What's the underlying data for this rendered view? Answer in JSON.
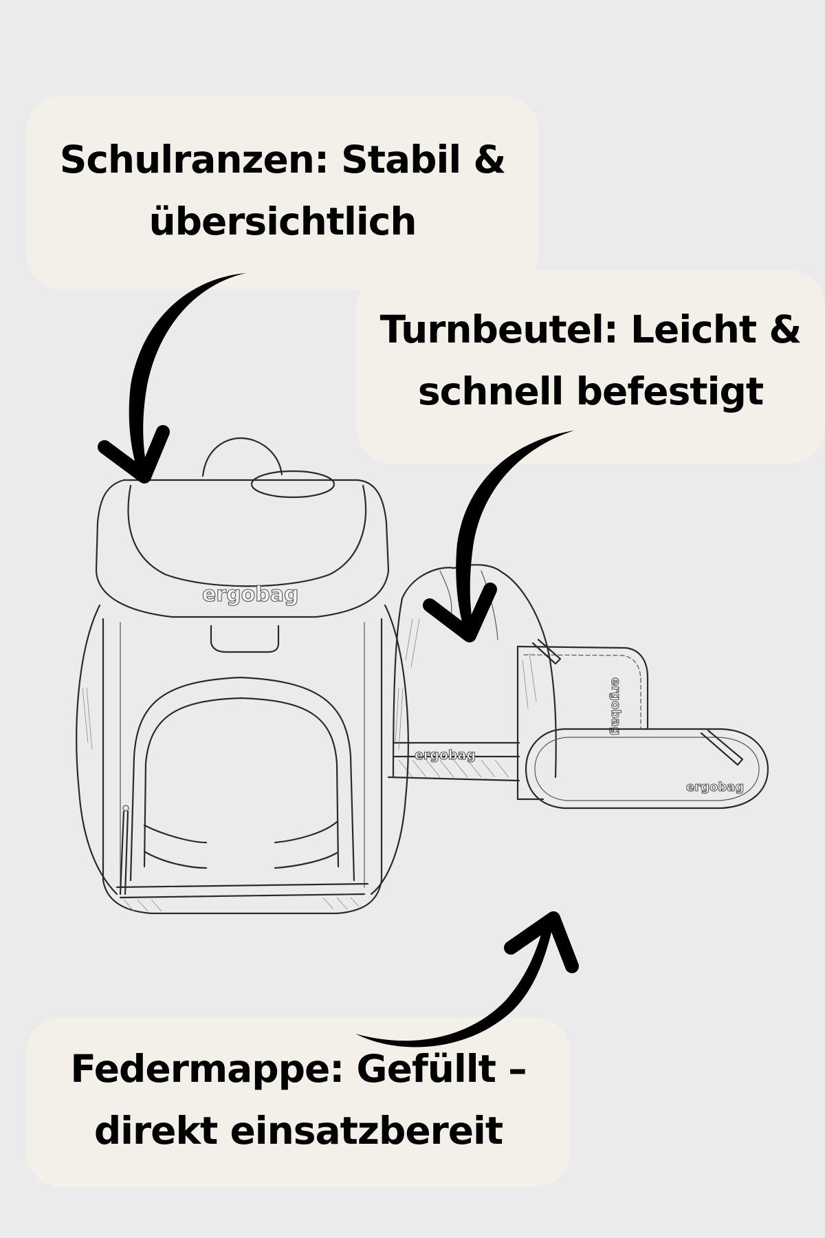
{
  "page": {
    "background_color": "#ebebeb",
    "callout_color": "#f3f0ea",
    "text_color": "#000000"
  },
  "callouts": {
    "schulranzen": {
      "line1": "Schulranzen: Stabil &",
      "line2": "übersichtlich",
      "points_to": "school-backpack"
    },
    "turnbeutel": {
      "line1": "Turnbeutel: Leicht &",
      "line2": "schnell befestigt",
      "points_to": "gym-bag"
    },
    "federmappe": {
      "line1": "Federmappe: Gefüllt –",
      "line2": "direkt einsatzbereit",
      "points_to": "pencil-case"
    }
  },
  "illustration": {
    "style": "pencil sketch",
    "items": [
      {
        "id": "school-backpack",
        "brand_label": "ergobag"
      },
      {
        "id": "gym-bag",
        "brand_label": "ergobag"
      },
      {
        "id": "pencil-case-flat",
        "brand_label": "ergobag"
      },
      {
        "id": "pencil-case-oval",
        "brand_label": "ergobag"
      }
    ]
  },
  "icons": {
    "arrow_1": "curved-arrow-down-icon",
    "arrow_2": "curved-arrow-down-icon",
    "arrow_3": "curved-arrow-up-icon"
  }
}
